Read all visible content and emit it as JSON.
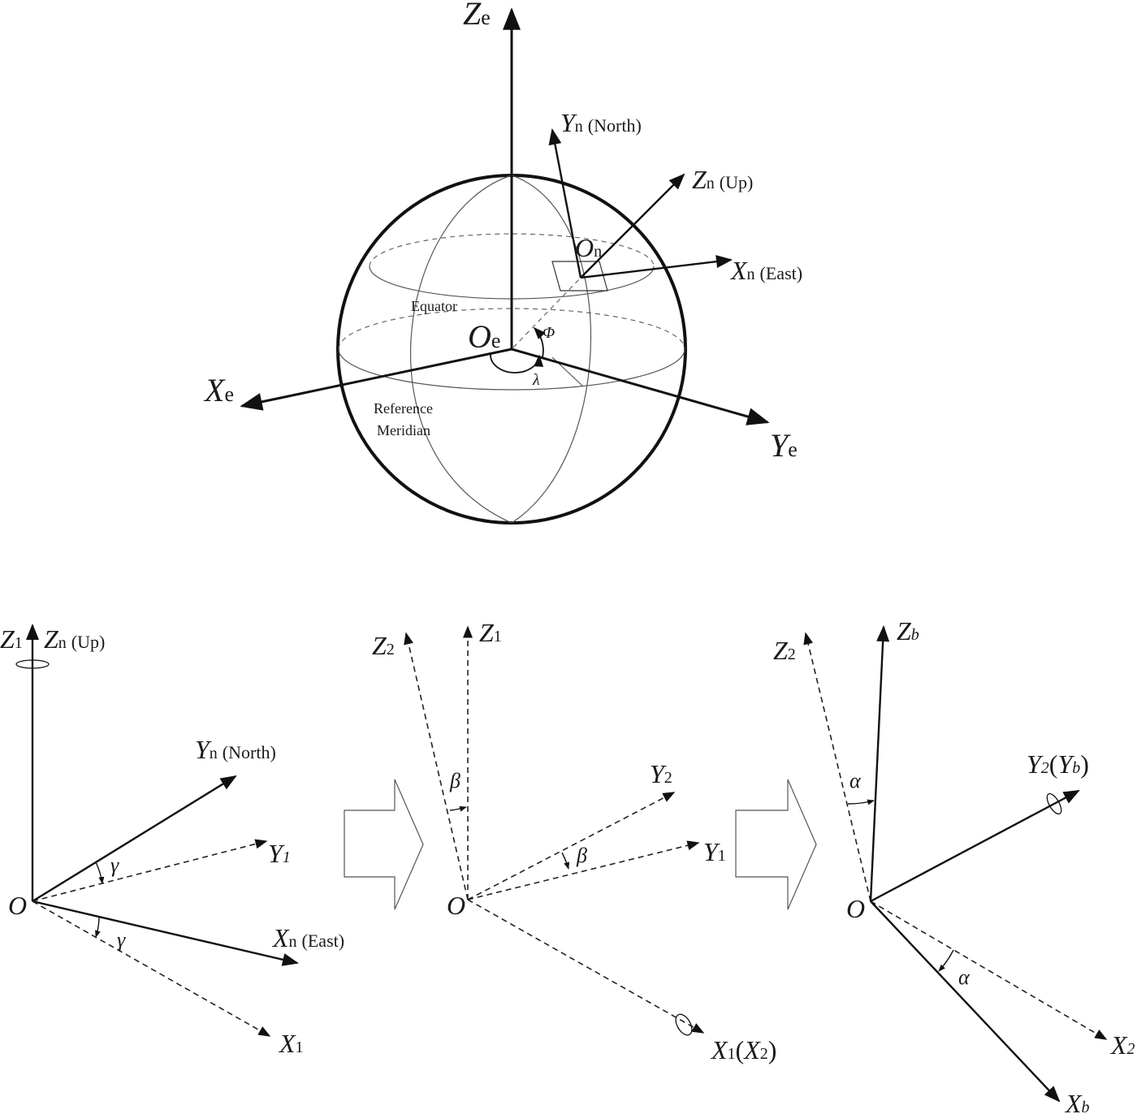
{
  "top_diagram": {
    "axes": {
      "ze": {
        "main": "Z",
        "sub": "e"
      },
      "xe": {
        "main": "X",
        "sub": "e"
      },
      "ye": {
        "main": "Y",
        "sub": "e"
      },
      "origin": {
        "main": "O",
        "sub": "e"
      }
    },
    "local_frame": {
      "yn": {
        "main": "Y",
        "sub": "n",
        "paren": "(North)"
      },
      "zn": {
        "main": "Z",
        "sub": "n",
        "paren": "(Up)"
      },
      "xn": {
        "main": "X",
        "sub": "n",
        "paren": "(East)"
      },
      "on": {
        "main": "O",
        "sub": "n"
      }
    },
    "angles": {
      "latitude": "Φ",
      "longitude": "λ"
    },
    "labels": {
      "equator": "Equator",
      "ref_meridian_line1": "Reference",
      "ref_meridian_line2": "Meridian"
    }
  },
  "panel1": {
    "z1": {
      "main": "Z",
      "sub": "1"
    },
    "zn": {
      "main": "Z",
      "sub": "n",
      "paren": "(Up)"
    },
    "yn": {
      "main": "Y",
      "sub": "n",
      "paren": "(North)"
    },
    "y1": {
      "main": "Y",
      "sub": "1"
    },
    "xn": {
      "main": "X",
      "sub": "n",
      "paren": "(East)"
    },
    "x1": {
      "main": "X",
      "sub": "1"
    },
    "origin": "O",
    "angle1": "γ",
    "angle2": "γ"
  },
  "panel2": {
    "z2": {
      "main": "Z",
      "sub": "2"
    },
    "z1": {
      "main": "Z",
      "sub": "1"
    },
    "y2": {
      "main": "Y",
      "sub": "2"
    },
    "y1": {
      "main": "Y",
      "sub": "1"
    },
    "x1x2": {
      "main": "X",
      "sub": "1",
      "paren_main": "X",
      "paren_sub": "2"
    },
    "origin": "O",
    "angle1": "β",
    "angle2": "β"
  },
  "panel3": {
    "z2": {
      "main": "Z",
      "sub": "2"
    },
    "zb": {
      "main": "Z",
      "sub": "b"
    },
    "y2yb": {
      "main": "Y",
      "sub": "2",
      "paren_main": "Y",
      "paren_sub": "b"
    },
    "x2": {
      "main": "X",
      "sub": "2"
    },
    "xb": {
      "main": "X",
      "sub": "b"
    },
    "origin": "O",
    "angle1": "α",
    "angle2": "α"
  }
}
